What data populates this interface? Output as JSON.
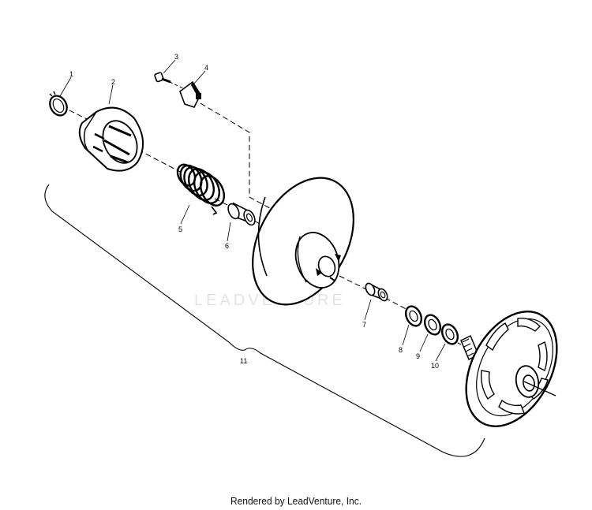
{
  "diagram": {
    "watermark": "LEADVENTURE",
    "labels": [
      {
        "id": "1",
        "text": "1"
      },
      {
        "id": "2",
        "text": "2"
      },
      {
        "id": "3",
        "text": "3"
      },
      {
        "id": "4",
        "text": "4"
      },
      {
        "id": "5",
        "text": "5"
      },
      {
        "id": "6",
        "text": "6"
      },
      {
        "id": "7",
        "text": "7"
      },
      {
        "id": "8",
        "text": "8"
      },
      {
        "id": "9",
        "text": "9"
      },
      {
        "id": "10",
        "text": "10"
      },
      {
        "id": "11",
        "text": "11"
      }
    ]
  },
  "footer": {
    "credit": "Rendered by LeadVenture, Inc."
  }
}
